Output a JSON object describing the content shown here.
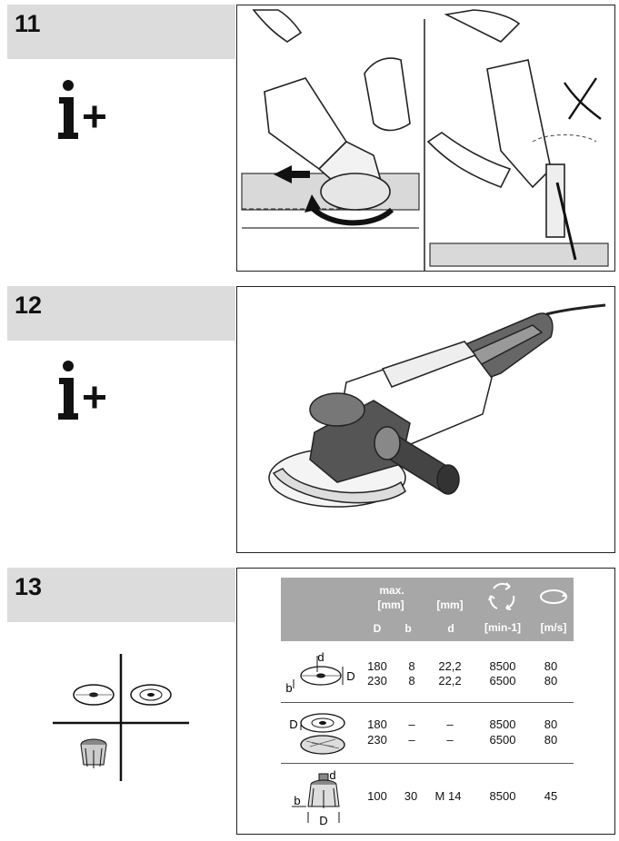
{
  "sections": [
    {
      "number": "11"
    },
    {
      "number": "12"
    },
    {
      "number": "13"
    }
  ],
  "table": {
    "headers": {
      "max": "max.",
      "mm_left": "[mm]",
      "mm_right": "[mm]",
      "col_D": "D",
      "col_b": "b",
      "col_d": "d",
      "rpm_unit": "[min-1]",
      "speed_unit": "[m/s]"
    },
    "rows": [
      {
        "D": [
          "180",
          "230"
        ],
        "b": [
          "8",
          "8"
        ],
        "d": [
          "22,2",
          "22,2"
        ],
        "rpm": [
          "8500",
          "6500"
        ],
        "speed": [
          "80",
          "80"
        ]
      },
      {
        "D": [
          "180",
          "230"
        ],
        "b": [
          "–",
          "–"
        ],
        "d": [
          "–",
          "–"
        ],
        "rpm": [
          "8500",
          "6500"
        ],
        "speed": [
          "80",
          "80"
        ]
      },
      {
        "D": [
          "100"
        ],
        "b": [
          "30"
        ],
        "d": [
          "M 14"
        ],
        "rpm": [
          "8500"
        ],
        "speed": [
          "45"
        ]
      }
    ],
    "diagram_labels": {
      "r1_d": "d",
      "r1_D": "D",
      "r1_b": "b",
      "r2_D": "D",
      "r3_d": "d",
      "r3_b": "b",
      "r3_D": "D"
    }
  }
}
